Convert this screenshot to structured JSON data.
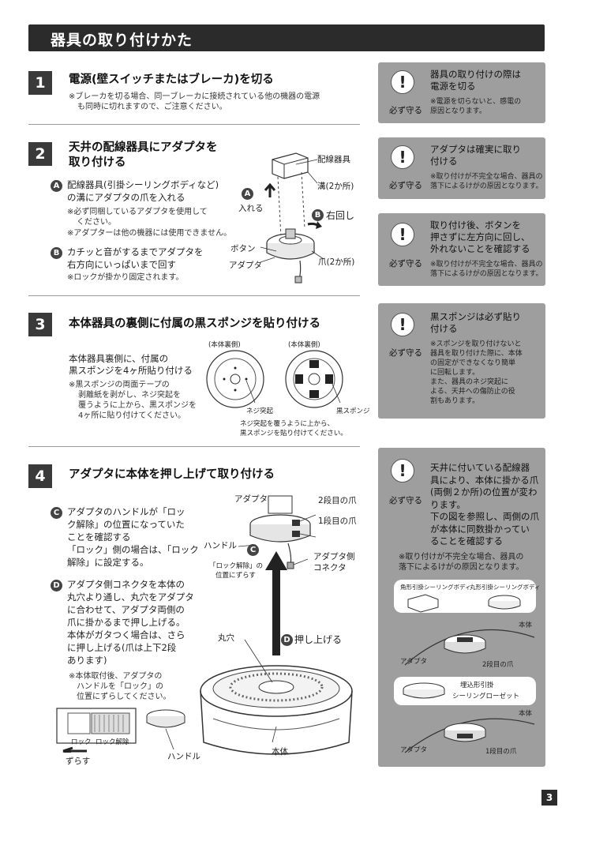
{
  "header": {
    "title": "器具の取り付けかた"
  },
  "step1": {
    "num": "1",
    "title": "電源(壁スイッチまたはブレーカ)を切る",
    "note1": "※ブレーカを切る場合、同一ブレーカに接続されている他の機器の電源",
    "note2": "も同時に切れますので、ご注意ください。"
  },
  "step2": {
    "num": "2",
    "title1": "天井の配線器具にアダプタを",
    "title2": "取り付ける",
    "a_badge": "A",
    "a_text1": "配線器具(引掛シーリングボディなど)",
    "a_text2": "の溝にアダプタの爪を入れる",
    "a_note1": "※必ず同梱しているアダプタを使用して",
    "a_note2": "ください。",
    "a_note3": "※アダプターは他の機器には使用できません。",
    "b_badge": "B",
    "b_text1": "カチッと音がするまでアダプタを",
    "b_text2": "右方向にいっぱいまで回す",
    "b_note": "※ロックが掛かり固定されます。",
    "fig": {
      "wiring": "配線器具",
      "groove": "溝(2か所)",
      "insert": "入れる",
      "rotate": "右回し",
      "button": "ボタン",
      "adapter": "アダプタ",
      "claw": "爪(2か所)",
      "a": "A",
      "b": "B"
    }
  },
  "step3": {
    "num": "3",
    "title": "本体器具の裏側に付属の黒スポンジを貼り付ける",
    "text1": "本体器具裏側に、付属の",
    "text2": "黒スポンジを4ヶ所貼り付ける",
    "note1": "※黒スポンジの両面テープの",
    "note2": "剥離紙を剥がし、ネジ突起を",
    "note3": "覆うように上から、黒スポンジを",
    "note4": "4ヶ所に貼り付けてください。",
    "fig": {
      "back1": "(本体裏側)",
      "back2": "(本体裏側)",
      "screw": "ネジ突起",
      "sponge": "黒スポンジ",
      "cap1": "ネジ突起を覆うように上から、",
      "cap2": "黒スポンジを貼り付けてください。"
    }
  },
  "step4": {
    "num": "4",
    "title": "アダプタに本体を押し上げて取り付ける",
    "c_badge": "C",
    "c_text1": "アダプタのハンドルが「ロッ",
    "c_text2": "ク解除」の位置になっていた",
    "c_text3": "ことを確認する",
    "c_text4": "「ロック」側の場合は、「ロック",
    "c_text5": "解除」に設定する。",
    "d_badge": "D",
    "d_text1": "アダプタ側コネクタを本体の",
    "d_text2": "丸穴より通し、丸穴をアダプタ",
    "d_text3": "に合わせて、アダプタ両側の",
    "d_text4": "爪に掛かるまで押し上げる。",
    "d_text5": "本体がガタつく場合は、さら",
    "d_text6": "に押し上げる(爪は上下2段",
    "d_text7": "あります)",
    "note1": "※本体取付後、アダプタの",
    "note2": "ハンドルを「ロック」の",
    "note3": "位置にずらしてください。",
    "fig": {
      "adapter": "アダプタ",
      "claw2": "2段目の爪",
      "claw1": "1段目の爪",
      "handle": "ハンドル",
      "c": "C",
      "unlock1": "「ロック解除」の",
      "unlock2": "位置にずらす",
      "connector1": "アダプタ側",
      "connector2": "コネクタ",
      "hole": "丸穴",
      "push": "押し上げる",
      "d": "D",
      "body": "本体",
      "lock": "ロック",
      "lock_release": "ロック解除",
      "slide": "ずらす",
      "handle2": "ハンドル"
    }
  },
  "warnings": [
    {
      "icon": "!",
      "must": "必ず守る",
      "title": "器具の取り付けの際は\n電源を切る",
      "note": "※電源を切らないと、感電の\n原因となります。"
    },
    {
      "icon": "!",
      "must": "必ず守る",
      "title": "アダプタは確実に取り\n付ける",
      "note": "※取り付けが不完全な場合、器具の\n落下によるけがの原因となります。"
    },
    {
      "icon": "!",
      "must": "必ず守る",
      "title": "取り付け後、ボタンを\n押さずに左方向に回し、\n外れないことを確認する",
      "note": "※取り付けが不完全な場合、器具の\n落下によるけがの原因となります。"
    },
    {
      "icon": "!",
      "must": "必ず守る",
      "title": "黒スポンジは必ず貼り\n付ける",
      "note": "※スポンジを取り付けないと\n器具を取り付けた際に、本体\nの固定ができなくなり簡単\nに回転します。\nまた、器具のネジ突起に\nよる、天井への傷防止の役\n割もあります。"
    },
    {
      "icon": "!",
      "must": "必ず守る",
      "title": "天井に付いている配線器\n具により、本体に掛かる爪\n(両側２か所)の位置が変わ\nります。\n下の図を参照し、両側の爪\nが本体に同数掛かってい\nることを確認する",
      "note": "※取り付けが不完全な場合、器具の\n落下によるけがの原因となります。",
      "fig": {
        "square": "角形引掛シーリングボディ",
        "round": "丸形引掛シーリングボディ",
        "body1": "本体",
        "adapter1": "アダプタ",
        "claw2": "2段目の爪",
        "embed1": "埋込形引掛",
        "embed2": "シーリングローゼット",
        "body2": "本体",
        "adapter2": "アダプタ",
        "claw1": "1段目の爪"
      }
    }
  ],
  "page": {
    "number": "3"
  }
}
